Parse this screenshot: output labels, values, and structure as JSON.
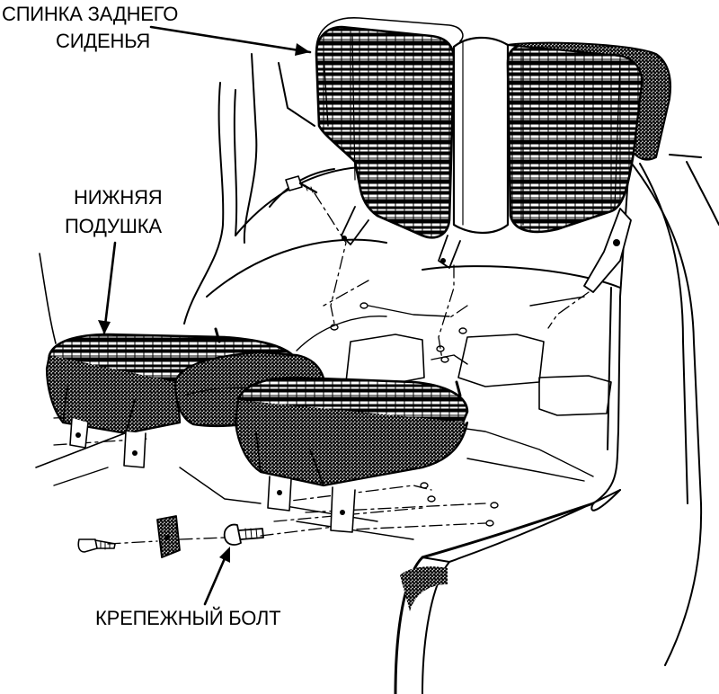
{
  "labels": {
    "rear_backrest_line1": "СПИНКА ЗАДНЕГО",
    "rear_backrest_line2": "СИДЕНЬЯ",
    "lower_cushion_line1": "НИЖНЯЯ",
    "lower_cushion_line2": "ПОДУШКА",
    "mounting_bolt": "КРЕПЕЖНЫЙ БОЛТ"
  },
  "colors": {
    "ink": "#000000",
    "paper": "#ffffff",
    "stipple": "#8c8c8c"
  }
}
